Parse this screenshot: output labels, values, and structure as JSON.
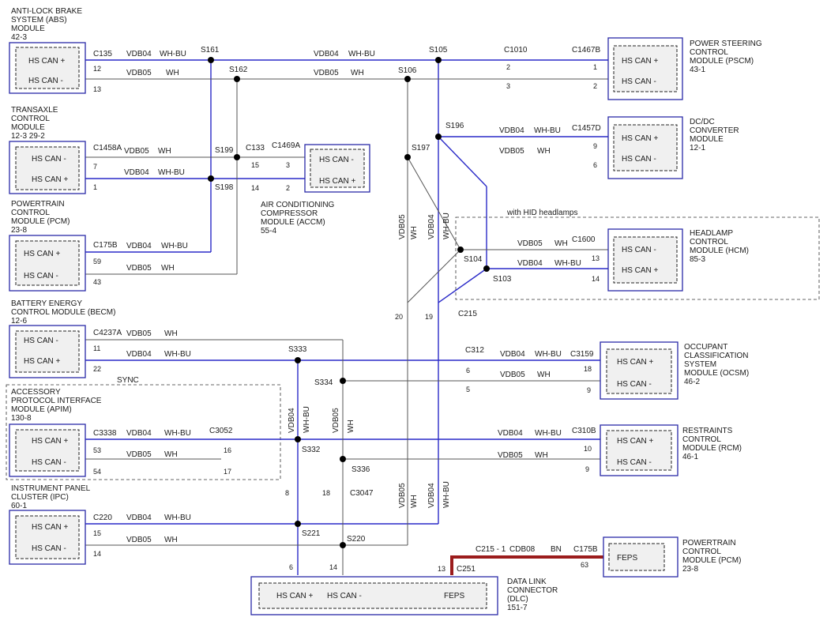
{
  "modules": {
    "abs": {
      "title": [
        "ANTI-LOCK BRAKE",
        "SYSTEM (ABS)",
        "MODULE",
        "42-3"
      ],
      "pins": [
        "HS CAN +",
        "HS CAN -"
      ]
    },
    "tcm": {
      "title": [
        "TRANSAXLE",
        "CONTROL",
        "MODULE",
        "12-3    29-2"
      ],
      "pins": [
        "HS CAN -",
        "HS CAN +"
      ]
    },
    "pcm": {
      "title": [
        "POWERTRAIN",
        "CONTROL",
        "MODULE (PCM)",
        "23-8"
      ],
      "pins": [
        "HS CAN +",
        "HS CAN -"
      ]
    },
    "becm": {
      "title": [
        "BATTERY ENERGY",
        "CONTROL MODULE (BECM)",
        "12-6"
      ],
      "pins": [
        "HS CAN -",
        "HS CAN +"
      ]
    },
    "apim": {
      "title": [
        "ACCESSORY",
        "PROTOCOL INTERFACE",
        "MODULE (APIM)",
        "130-8"
      ],
      "pins": [
        "HS CAN +",
        "HS CAN -"
      ]
    },
    "ipc": {
      "title": [
        "INSTRUMENT PANEL",
        "CLUSTER (IPC)",
        "60-1"
      ],
      "pins": [
        "HS CAN +",
        "HS CAN -"
      ]
    },
    "accm": {
      "title": [
        "AIR CONDITIONING",
        "COMPRESSOR",
        "MODULE (ACCM)",
        "55-4"
      ],
      "pins": [
        "HS CAN -",
        "HS CAN +"
      ]
    },
    "pscm": {
      "title": [
        "POWER STEERING",
        "CONTROL",
        "MODULE (PSCM)",
        "43-1"
      ],
      "pins": [
        "HS CAN +",
        "HS CAN -"
      ]
    },
    "dcdc": {
      "title": [
        "DC/DC",
        "CONVERTER",
        "MODULE",
        "12-1"
      ],
      "pins": [
        "HS CAN +",
        "HS CAN -"
      ]
    },
    "hcm": {
      "title": [
        "HEADLAMP",
        "CONTROL",
        "MODULE (HCM)",
        "85-3"
      ],
      "pins": [
        "HS CAN -",
        "HS CAN +"
      ]
    },
    "ocsm": {
      "title": [
        "OCCUPANT",
        "CLASSIFICATION",
        "SYSTEM",
        "MODULE (OCSM)",
        "46-2"
      ],
      "pins": [
        "HS CAN +",
        "HS CAN -"
      ]
    },
    "rcm": {
      "title": [
        "RESTRAINTS",
        "CONTROL",
        "MODULE (RCM)",
        "46-1"
      ],
      "pins": [
        "HS CAN +",
        "HS CAN -"
      ]
    },
    "pcm2": {
      "title": [
        "POWERTRAIN",
        "CONTROL",
        "MODULE (PCM)",
        "23-8"
      ],
      "pins": [
        "FEPS"
      ]
    },
    "dlc": {
      "title": [
        "DATA LINK",
        "CONNECTOR",
        "(DLC)",
        "151-7"
      ],
      "pins": [
        "HS CAN +",
        "HS CAN -",
        "FEPS"
      ]
    }
  },
  "wires": {
    "vdb04": "VDB04",
    "vdb05": "VDB05",
    "whbu": "WH-BU",
    "wh": "WH",
    "cdb08": "CDB08",
    "bn": "BN"
  },
  "connectors": {
    "c135": "C135",
    "c1458a": "C1458A",
    "c175b": "C175B",
    "c4237a": "C4237A",
    "c3338": "C3338",
    "c3052": "C3052",
    "c220": "C220",
    "c133": "C133",
    "c1469a": "C1469A",
    "c1010": "C1010",
    "c1467b": "C1467B",
    "c1457d": "C1457D",
    "c1600": "C1600",
    "c215": "C215",
    "c312": "C312",
    "c3159": "C3159",
    "c310b": "C310B",
    "c3047": "C3047",
    "c251": "C251",
    "c2151": "C215 - 1",
    "c175b2": "C175B"
  },
  "splices": {
    "s161": "S161",
    "s162": "S162",
    "s105": "S105",
    "s106": "S106",
    "s196": "S196",
    "s197": "S197",
    "s199": "S199",
    "s198": "S198",
    "s104": "S104",
    "s103": "S103",
    "s333": "S333",
    "s334": "S334",
    "s332": "S332",
    "s336": "S336",
    "s221": "S221",
    "s220": "S220"
  },
  "pins": {
    "p12": "12",
    "p13": "13",
    "p7": "7",
    "p1": "1",
    "p59": "59",
    "p43": "43",
    "p11": "11",
    "p22": "22",
    "p53": "53",
    "p54": "54",
    "p16": "16",
    "p17": "17",
    "p15a": "15",
    "p14a": "14",
    "p15b": "15",
    "p14b": "14",
    "p3a": "3",
    "p2a": "2",
    "p2b": "2",
    "p3b": "3",
    "p1r": "1",
    "p2r": "2",
    "p9a": "9",
    "p6a": "6",
    "p13r": "13",
    "p14r": "14",
    "p20": "20",
    "p19": "19",
    "p6b": "6",
    "p5": "5",
    "p18": "18",
    "p9b": "9",
    "p10": "10",
    "p9c": "9",
    "p8": "8",
    "p18b": "18",
    "p6c": "6",
    "p14c": "14",
    "p13c": "13",
    "p63": "63"
  },
  "notes": {
    "hid": "with HID headlamps",
    "sync": "SYNC"
  },
  "colors": {
    "module_border": "#2a2aa8",
    "can_high": "#2a2ac8",
    "can_low": "#555555",
    "feps": "#9b1c1c"
  }
}
